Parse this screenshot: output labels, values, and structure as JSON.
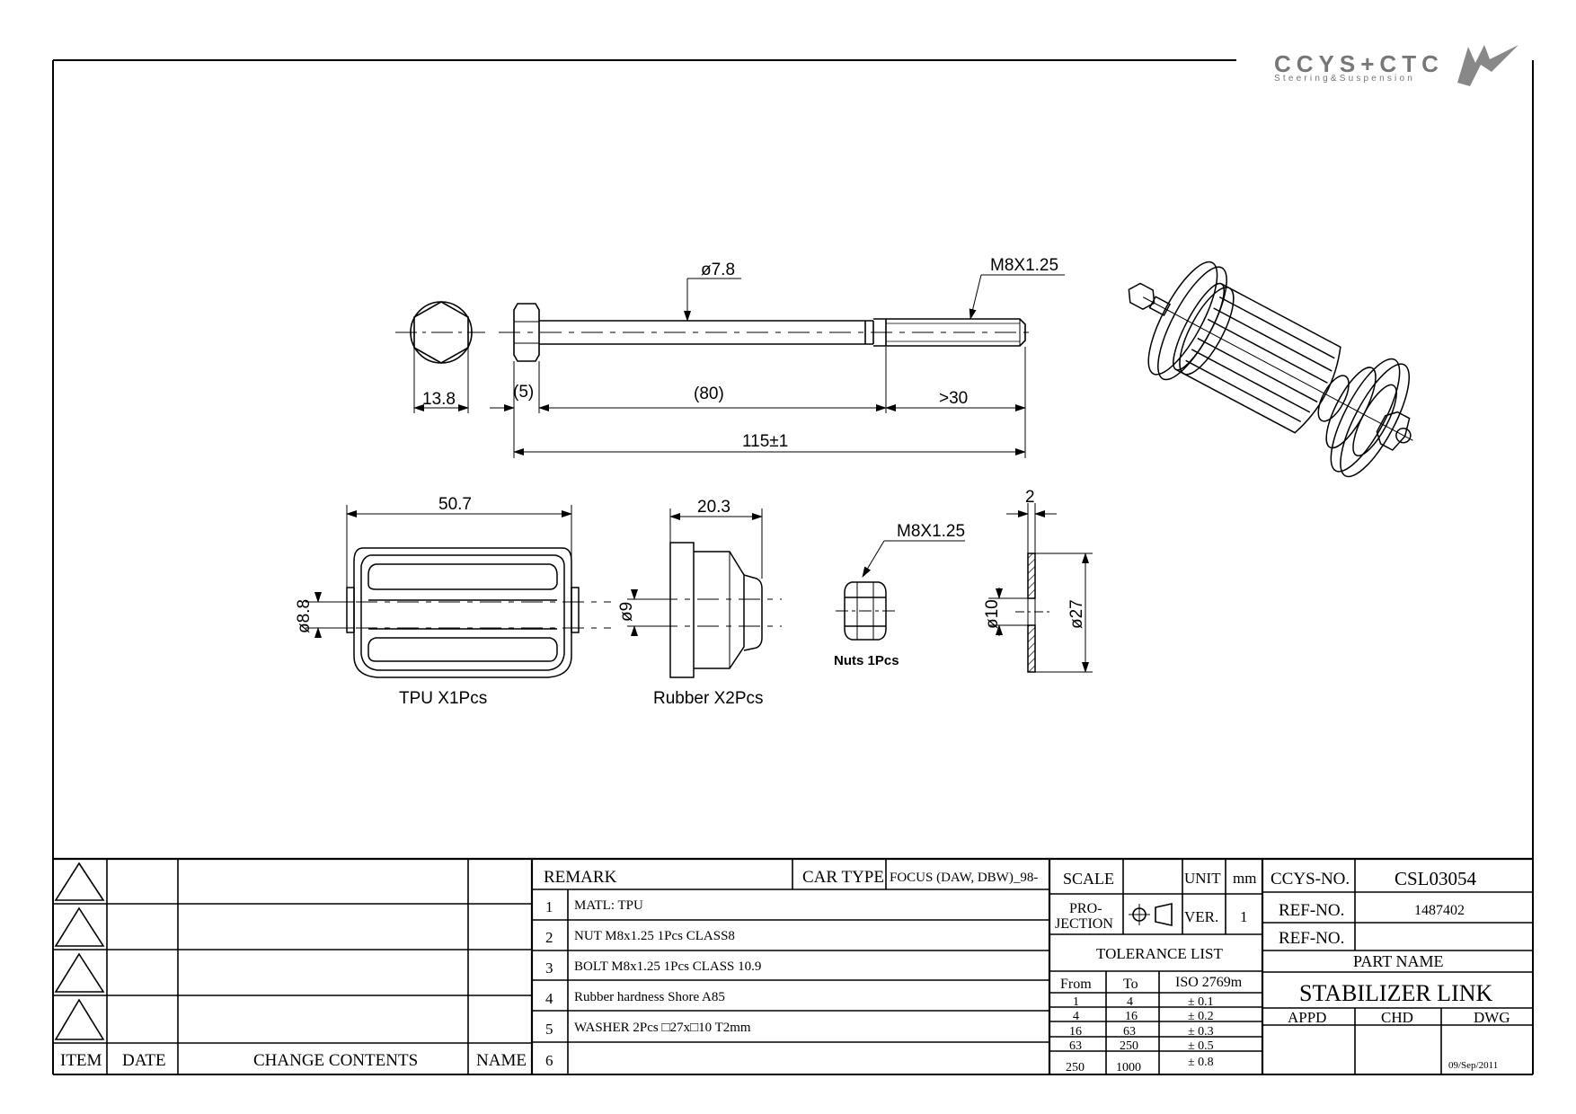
{
  "logo": {
    "brand": "CCYS+CTC",
    "tagline": "Steering&Suspension"
  },
  "bolt": {
    "dia_label": "ø7.8",
    "thread_label": "M8X1.25",
    "head_width": "13.8",
    "head_len": "(5)",
    "shank_len": "(80)",
    "thread_len": ">30",
    "total_len": "115±1"
  },
  "tpu": {
    "width": "50.7",
    "bore": "ø8.8",
    "caption": "TPU  X1Pcs"
  },
  "rubber": {
    "width": "20.3",
    "bore": "ø9",
    "caption": "Rubber  X2Pcs"
  },
  "nut": {
    "thread_label": "M8X1.25",
    "caption": "Nuts  1Pcs"
  },
  "washer": {
    "thickness": "2",
    "inner": "ø10",
    "outer": "ø27"
  },
  "revision_table": {
    "headers": {
      "item": "ITEM",
      "date": "DATE",
      "change": "CHANGE CONTENTS",
      "name": "NAME"
    }
  },
  "remark": {
    "header": "REMARK",
    "car_type_label": "CAR TYPE",
    "car_type_value": "FOCUS (DAW, DBW)_98-",
    "rows": [
      {
        "no": "1",
        "text": "MATL: TPU"
      },
      {
        "no": "2",
        "text": "NUT M8x1.25 1Pcs CLASS8"
      },
      {
        "no": "3",
        "text": "BOLT  M8x1.25 1Pcs CLASS 10.9"
      },
      {
        "no": "4",
        "text": "Rubber hardness Shore A85"
      },
      {
        "no": "5",
        "text": "WASHER 2Pcs □27x□10 T2mm"
      },
      {
        "no": "6",
        "text": ""
      }
    ]
  },
  "info": {
    "scale_label": "SCALE",
    "unit_label": "UNIT",
    "unit_value": "mm",
    "projection_label_1": "PRO-",
    "projection_label_2": "JECTION",
    "ver_label": "VER.",
    "ver_value": "1",
    "tolerance_title": "TOLERANCE LIST",
    "tol_headers": {
      "from": "From",
      "to": "To",
      "iso": "ISO 2769m"
    },
    "tolerance": [
      {
        "from": "1",
        "to": "4",
        "tol": "± 0.1"
      },
      {
        "from": "4",
        "to": "16",
        "tol": "± 0.2"
      },
      {
        "from": "16",
        "to": "63",
        "tol": "± 0.3"
      },
      {
        "from": "63",
        "to": "250",
        "tol": "± 0.5"
      },
      {
        "from": "250",
        "to": "1000",
        "tol": "± 0.8"
      }
    ]
  },
  "title_block": {
    "ccys_no_label": "CCYS-NO.",
    "ccys_no_value": "CSL03054",
    "ref_no_label": "REF-NO.",
    "ref_no_value": "1487402",
    "ref_no2_label": "REF-NO.",
    "ref_no2_value": "",
    "part_name_label": "PART NAME",
    "part_name_value": "STABILIZER LINK",
    "appd": "APPD",
    "chd": "CHD",
    "dwg": "DWG",
    "date": "09/Sep/2011"
  }
}
